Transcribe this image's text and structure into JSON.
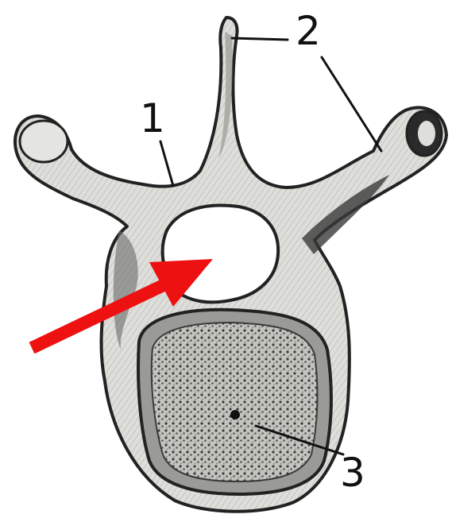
{
  "figure": {
    "labels": [
      {
        "id": "label-1",
        "text": "1"
      },
      {
        "id": "label-2",
        "text": "2"
      },
      {
        "id": "label-3",
        "text": "3"
      }
    ],
    "colors": {
      "bone_fill": "#dededa",
      "bone_outline": "#222222",
      "bone_shadow": "#4a4a4a",
      "body_fill": "#b9b9b4",
      "arrow": "#ee1111",
      "label": "#111111"
    },
    "icons": [
      "vertebra-illustration",
      "red-pointer-arrow"
    ]
  }
}
